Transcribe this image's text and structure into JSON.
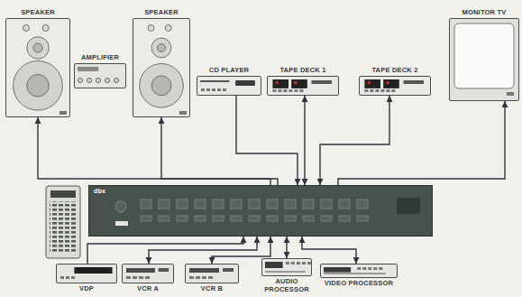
{
  "diagram": {
    "nodes": [
      {
        "text": [
          "SPEAKER"
        ]
      },
      {
        "text": [
          "AMPLIFIER"
        ]
      },
      {
        "text": [
          "SPEAKER"
        ]
      },
      {
        "text": [
          "CD PLAYER"
        ]
      },
      {
        "text": [
          "TAPE DECK 1"
        ]
      },
      {
        "text": [
          "TAPE DECK 2"
        ]
      },
      {
        "text": [
          "MONITOR TV"
        ]
      },
      {
        "text": [
          "dbx"
        ]
      },
      {
        "text": [
          "VDP"
        ]
      },
      {
        "text": [
          "VCR A"
        ]
      },
      {
        "text": [
          "VCR B"
        ]
      },
      {
        "text": [
          "AUDIO PROCESSOR"
        ]
      },
      {
        "text": [
          "VIDEO PROCESSOR"
        ]
      }
    ],
    "edges": [
      {
        "from": 7,
        "to": 0,
        "arrow": "to"
      },
      {
        "from": 7,
        "to": 2,
        "arrow": "to"
      },
      {
        "from": 3,
        "to": 7,
        "arrow": "to"
      },
      {
        "from": 4,
        "to": 7,
        "arrow": "both"
      },
      {
        "from": 5,
        "to": 7,
        "arrow": "both"
      },
      {
        "from": 7,
        "to": 6,
        "arrow": "to"
      },
      {
        "from": 8,
        "to": 7,
        "arrow": "to"
      },
      {
        "from": 9,
        "to": 7,
        "arrow": "both"
      },
      {
        "from": 10,
        "to": 7,
        "arrow": "both"
      },
      {
        "from": 11,
        "to": 7,
        "arrow": "both"
      },
      {
        "from": 12,
        "to": 7,
        "arrow": "both"
      }
    ]
  }
}
